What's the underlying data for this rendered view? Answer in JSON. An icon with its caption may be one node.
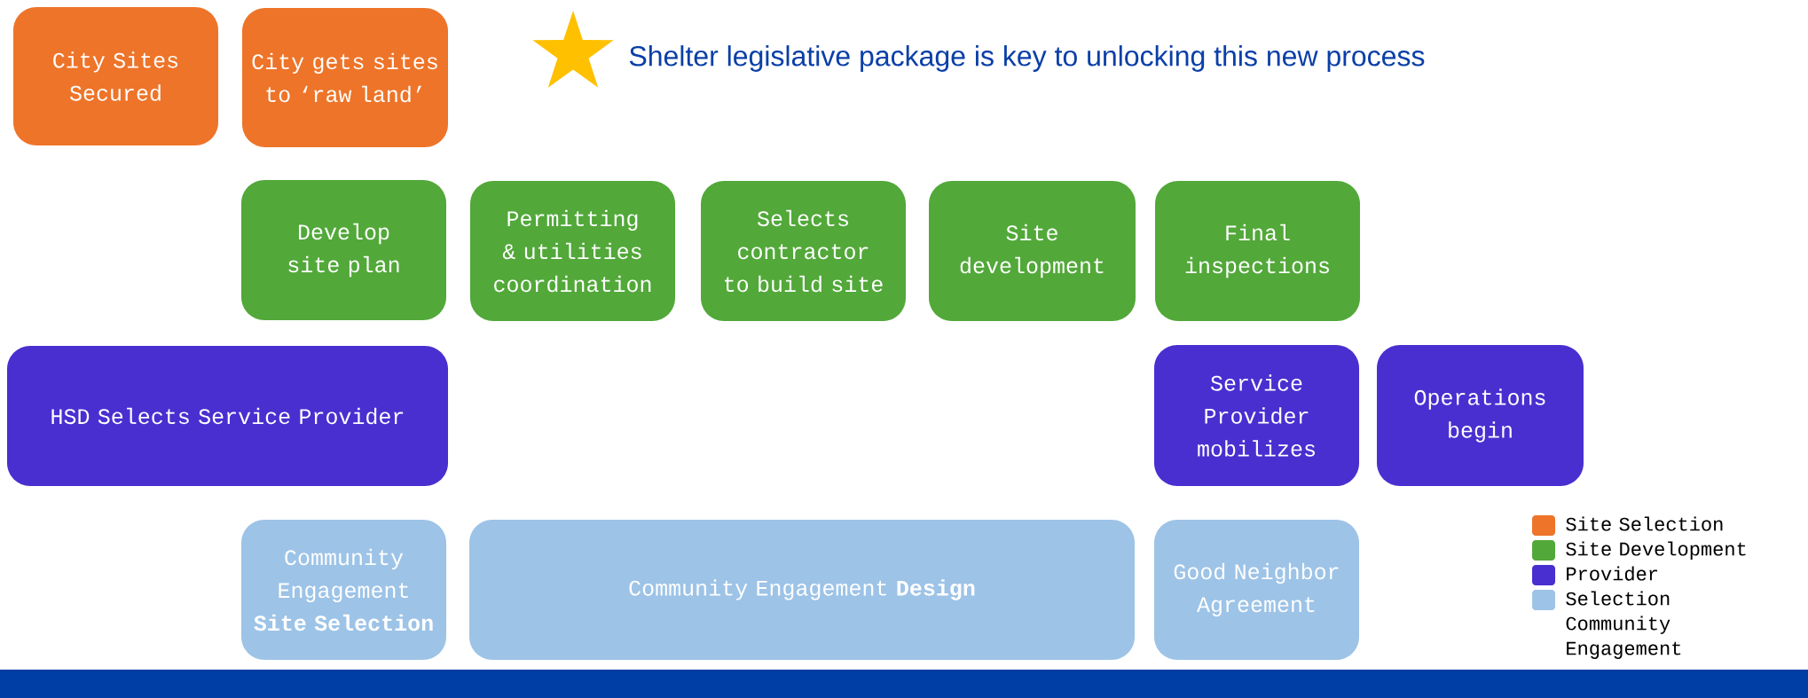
{
  "diagram": {
    "nodes": [
      {
        "text": [
          "City Sites Secured"
        ]
      },
      {
        "text": [
          "City gets sites to ‘raw land’"
        ]
      },
      {
        "text": [
          "Develop site plan"
        ]
      },
      {
        "text": [
          "Permitting & utilities coordination"
        ]
      },
      {
        "text": [
          "Selects contractor to build site"
        ]
      },
      {
        "text": [
          "Site development"
        ]
      },
      {
        "text": [
          "Final inspections"
        ]
      },
      {
        "text": [
          "HSD Selects Service Provider"
        ]
      },
      {
        "text": [
          "Service Provider mobilizes"
        ]
      },
      {
        "text": [
          "Operations begin"
        ]
      },
      {
        "text": [
          "Community Engagement **Site Selection**"
        ]
      },
      {
        "text": [
          "Community Engagement **Design**"
        ]
      },
      {
        "text": [
          "Good Neighbor Agreement"
        ]
      }
    ],
    "labels": [
      "Shelter legislative package is key to unlocking this new process"
    ],
    "legend": [
      {
        "text": "Site Selection",
        "color": "#ed7428"
      },
      {
        "text": "Site Development",
        "color": "#52a93a"
      },
      {
        "text": "Provider",
        "color": "#4a2fd0"
      },
      {
        "text": "Selection Community Engagement",
        "color": "#9dc3e6"
      }
    ]
  }
}
